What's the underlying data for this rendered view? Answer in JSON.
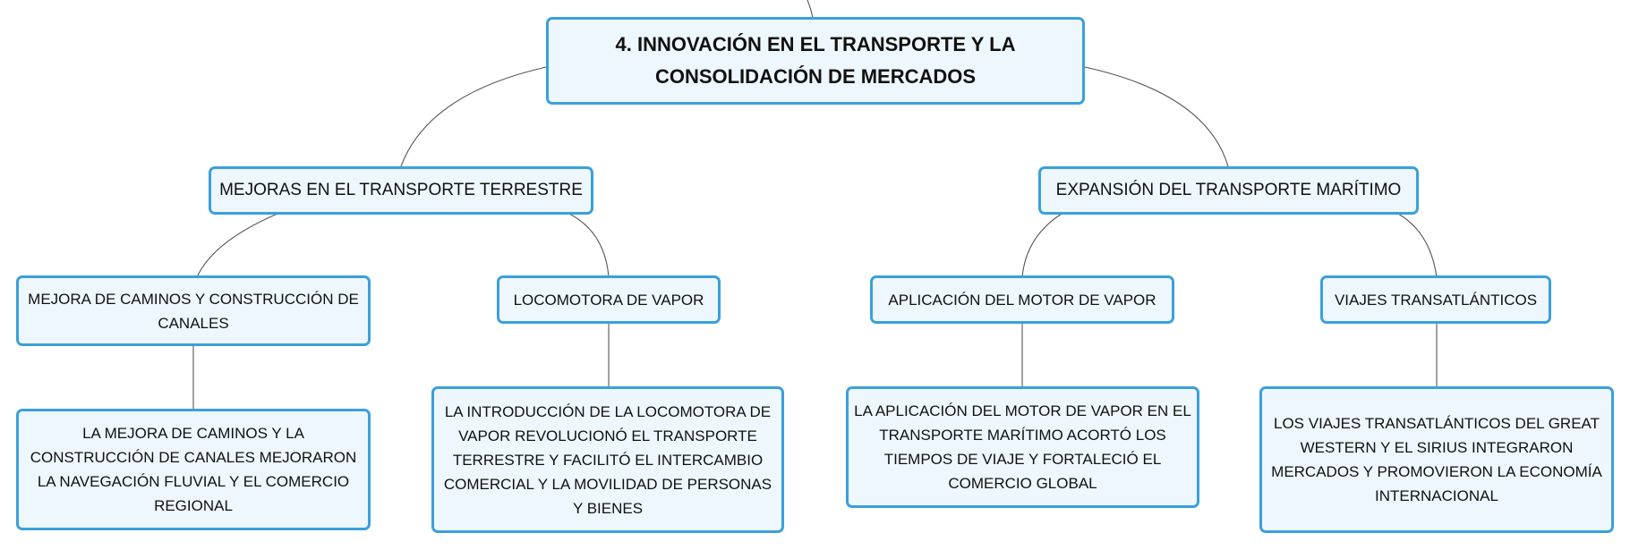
{
  "colors": {
    "border": "#3aa0dc",
    "fill": "#eef7fd",
    "connector": "#555555"
  },
  "root": {
    "label": "4. INNOVACIÓN EN EL TRANSPORTE Y LA CONSOLIDACIÓN DE MERCADOS"
  },
  "branches": [
    {
      "label": "MEJORAS EN EL TRANSPORTE TERRESTRE",
      "children": [
        {
          "label": "MEJORA DE CAMINOS Y CONSTRUCCIÓN DE CANALES",
          "detail": "LA MEJORA DE CAMINOS Y LA CONSTRUCCIÓN DE CANALES MEJORARON LA NAVEGACIÓN FLUVIAL Y EL COMERCIO REGIONAL"
        },
        {
          "label": "LOCOMOTORA DE VAPOR",
          "detail": "LA INTRODUCCIÓN DE LA LOCOMOTORA DE VAPOR REVOLUCIONÓ EL TRANSPORTE TERRESTRE Y FACILITÓ EL INTERCAMBIO COMERCIAL Y LA MOVILIDAD DE PERSONAS Y BIENES"
        }
      ]
    },
    {
      "label": "EXPANSIÓN DEL TRANSPORTE MARÍTIMO",
      "children": [
        {
          "label": "APLICACIÓN DEL MOTOR DE VAPOR",
          "detail": "LA APLICACIÓN DEL MOTOR DE VAPOR EN EL TRANSPORTE MARÍTIMO ACORTÓ LOS TIEMPOS DE VIAJE Y FORTALECIÓ EL COMERCIO GLOBAL"
        },
        {
          "label": "VIAJES TRANSATLÁNTICOS",
          "detail": "LOS VIAJES TRANSATLÁNTICOS DEL GREAT WESTERN Y EL SIRIUS INTEGRARON MERCADOS Y PROMOVIERON LA ECONOMÍA INTERNACIONAL"
        }
      ]
    }
  ]
}
